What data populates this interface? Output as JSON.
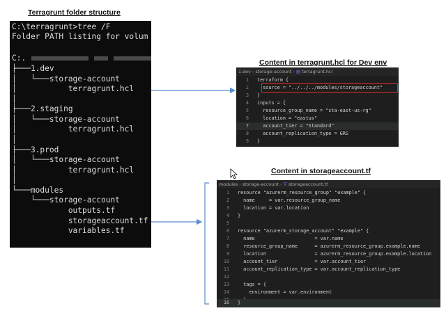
{
  "headings": {
    "folder": "Terragrunt folder structure",
    "hcl": "Content in terragrunt.hcl for Dev env",
    "tf": "Content in storageaccount.tf"
  },
  "terminal": {
    "lines": [
      "C:\\terragrunt>tree /F",
      "Folder PATH listing for volum",
      "",
      "C:.",
      "├───1.dev",
      "│   └───storage-account",
      "│           terragrunt.hcl",
      "│",
      "├───2.staging",
      "│   └───storage-account",
      "│           terragrunt.hcl",
      "│",
      "├───3.prod",
      "│   └───storage-account",
      "│           terragrunt.hcl",
      "│",
      "└───modules",
      "    └───storage-account",
      "            outputs.tf",
      "            storageaccount.tf",
      "            variables.tf"
    ]
  },
  "hcl_editor": {
    "breadcrumb": [
      "1.dev",
      "storage-account",
      "terragrunt.hcl"
    ],
    "lines": [
      {
        "n": "1",
        "t": "terraform {"
      },
      {
        "n": "2",
        "t": "  source = \"../../../modules/storageaccount\""
      },
      {
        "n": "3",
        "t": "}"
      },
      {
        "n": "4",
        "t": "inputs = {"
      },
      {
        "n": "5",
        "t": "  resource_group_name = \"sta-east-us-rg\""
      },
      {
        "n": "6",
        "t": "  location = \"eastus\""
      },
      {
        "n": "7",
        "t": "  account_tier = \"Standard\""
      },
      {
        "n": "8",
        "t": "  account_replication_type = GRS"
      },
      {
        "n": "9",
        "t": "}"
      }
    ]
  },
  "tf_editor": {
    "breadcrumb": [
      "modules",
      "storage-account",
      "storageaccount.tf"
    ],
    "lines": [
      {
        "n": "1",
        "t": "resource \"azurerm_resource_group\" \"example\" {"
      },
      {
        "n": "2",
        "t": "  name     = var.resource_group_name"
      },
      {
        "n": "3",
        "t": "  location = var.location"
      },
      {
        "n": "4",
        "t": "}"
      },
      {
        "n": "5",
        "t": ""
      },
      {
        "n": "6",
        "t": "resource \"azurerm_storage_account\" \"example\" {"
      },
      {
        "n": "7",
        "t": "  name                     = var.name"
      },
      {
        "n": "8",
        "t": "  resource_group_name      = azurerm_resource_group.example.name"
      },
      {
        "n": "9",
        "t": "  location                 = azurerm_resource_group.example.location"
      },
      {
        "n": "10",
        "t": "  account_tier             = var.account_tier"
      },
      {
        "n": "11",
        "t": "  account_replication_type = var.account_replication_type"
      },
      {
        "n": "12",
        "t": ""
      },
      {
        "n": "13",
        "t": "  tags = {"
      },
      {
        "n": "14",
        "t": "    environment = var.environment"
      },
      {
        "n": "15",
        "t": "  }"
      },
      {
        "n": "16",
        "t": "}"
      }
    ]
  },
  "colors": {
    "terminal_bg": "#0c0c0c",
    "editor_bg": "#1e1e1e",
    "arrow": "#5b8bd0",
    "highlight_box": "#e0302a"
  }
}
